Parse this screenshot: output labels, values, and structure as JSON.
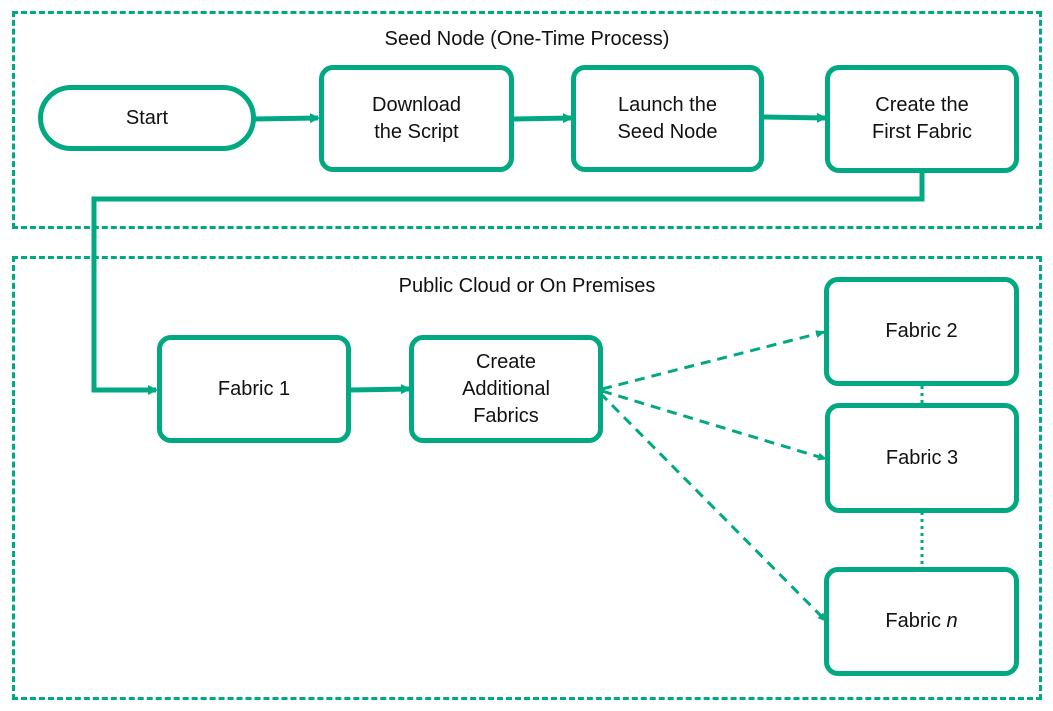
{
  "colors": {
    "accent": "#01a982",
    "text": "#111111",
    "background": "#ffffff"
  },
  "zones": {
    "seed": {
      "title": "Seed Node (One-Time Process)"
    },
    "cloud": {
      "title": "Public Cloud or On Premises"
    }
  },
  "nodes": {
    "start": {
      "lines": [
        "Start"
      ]
    },
    "download": {
      "lines": [
        "Download",
        "the Script"
      ]
    },
    "launch": {
      "lines": [
        "Launch the",
        "Seed Node"
      ]
    },
    "create_first": {
      "lines": [
        "Create the",
        "First Fabric"
      ]
    },
    "fabric1": {
      "lines": [
        "Fabric 1"
      ]
    },
    "create_additional": {
      "lines": [
        "Create",
        "Additional",
        "Fabrics"
      ]
    },
    "fabric2": {
      "lines": [
        "Fabric 2"
      ]
    },
    "fabric3": {
      "lines": [
        "Fabric 3"
      ]
    },
    "fabricn": {
      "prefix": "Fabric ",
      "italic": "n"
    }
  }
}
